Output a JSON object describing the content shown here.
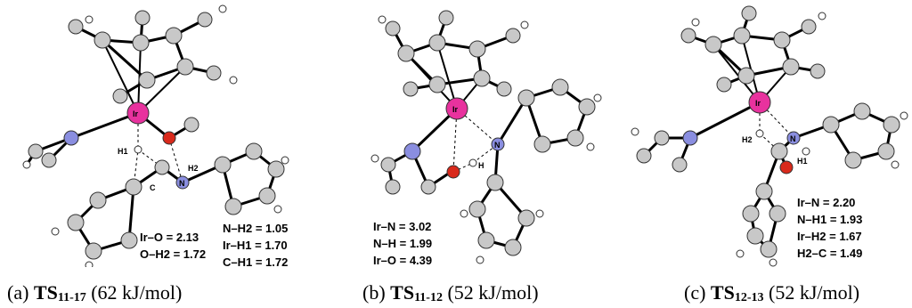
{
  "panels": [
    {
      "caption_letter": "(a)",
      "ts_prefix": "TS",
      "ts_sub": "11-17",
      "energy": "(62 kJ/mol)",
      "atom_labels": [
        "Ir",
        "H1",
        "H2",
        "C",
        "N"
      ],
      "measures_left": [
        "Ir–O = 2.13",
        "O–H2 = 1.72"
      ],
      "measures_right": [
        "N–H2 = 1.05",
        "Ir–H1 = 1.70",
        "C–H1 = 1.72"
      ]
    },
    {
      "caption_letter": "(b)",
      "ts_prefix": "TS",
      "ts_sub": "11-12",
      "energy": "(52 kJ/mol)",
      "atom_labels": [
        "Ir",
        "N",
        "H"
      ],
      "measures": [
        "Ir–N = 3.02",
        "N–H = 1.99",
        "Ir–O = 4.39"
      ]
    },
    {
      "caption_letter": "(c)",
      "ts_prefix": "TS",
      "ts_sub": "12-13",
      "energy": "(52 kJ/mol)",
      "atom_labels": [
        "Ir",
        "H2",
        "N",
        "H1"
      ],
      "measures": [
        "Ir–N = 2.20",
        "N–H1 = 1.93",
        "Ir–H2 = 1.67",
        "H2–C = 1.49"
      ]
    }
  ],
  "colors": {
    "iridium": "#e8329e",
    "nitrogen": "#8a8ee0",
    "oxygen": "#d92a1c",
    "carbon": "#c8c8c8",
    "hydrogen": "#ffffff",
    "bond": "#000000"
  }
}
